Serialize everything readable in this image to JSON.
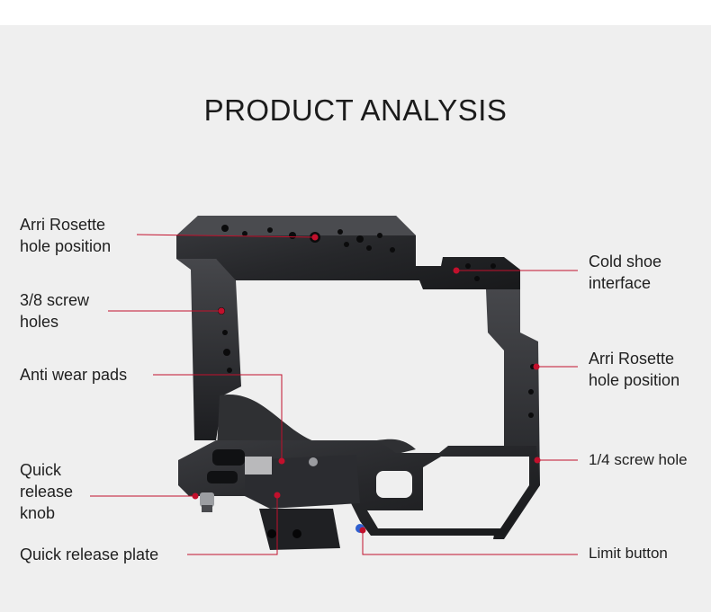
{
  "title": "PRODUCT ANALYSIS",
  "colors": {
    "accent": "#c2102c",
    "background": "#efefef",
    "cage": "#2a2b2e"
  },
  "labels": {
    "arri_left": [
      "Arri Rosette",
      "hole position"
    ],
    "screw_38": [
      "3/8 screw",
      "holes"
    ],
    "anti_wear": [
      "Anti wear pads"
    ],
    "release_knob": [
      "Quick",
      "release",
      "knob"
    ],
    "release_plate": [
      "Quick release plate"
    ],
    "cold_shoe": [
      "Cold shoe",
      "interface"
    ],
    "arri_right": [
      "Arri Rosette",
      "hole position"
    ],
    "screw_14": [
      "1/4 screw hole"
    ],
    "limit_button": [
      "Limit button"
    ]
  }
}
